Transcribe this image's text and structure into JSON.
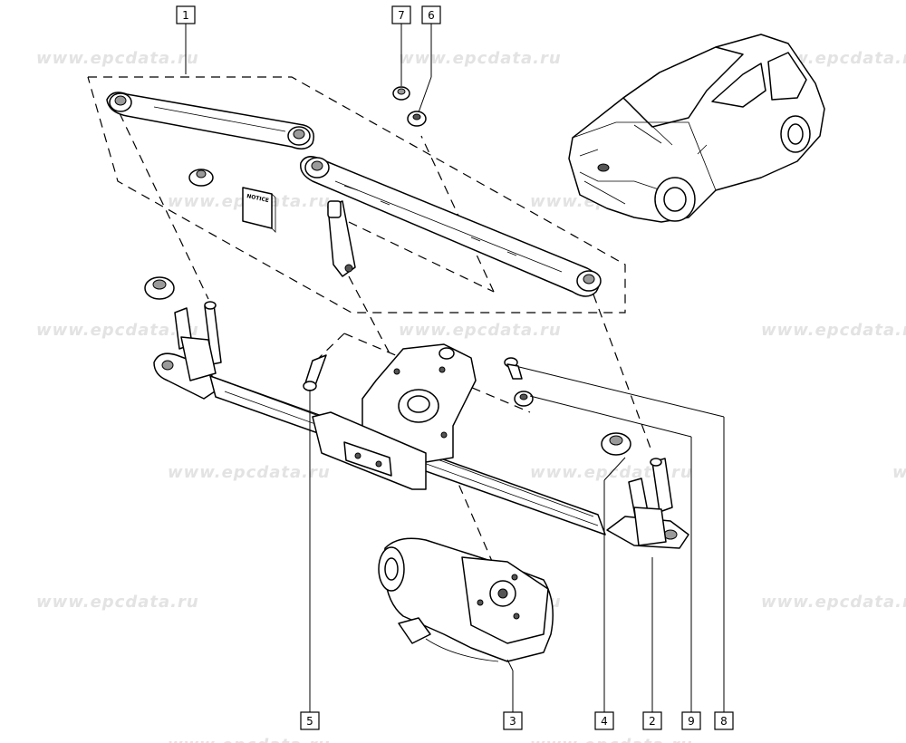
{
  "watermark": {
    "text": "www.epcdata.ru",
    "color": "#e3e3e3"
  },
  "booklet_label": "NOTICE",
  "callouts": [
    {
      "id": "1",
      "label": "1"
    },
    {
      "id": "7",
      "label": "7"
    },
    {
      "id": "6",
      "label": "6"
    },
    {
      "id": "5",
      "label": "5"
    },
    {
      "id": "3",
      "label": "3"
    },
    {
      "id": "4",
      "label": "4"
    },
    {
      "id": "2",
      "label": "2"
    },
    {
      "id": "9",
      "label": "9"
    },
    {
      "id": "8",
      "label": "8"
    }
  ],
  "icons": {
    "car": "hatchback-car-icon",
    "motor": "wiper-motor-icon",
    "booklet": "notice-booklet-icon"
  }
}
